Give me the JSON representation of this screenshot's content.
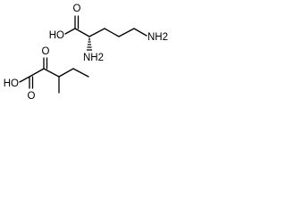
{
  "molecule_top": {
    "labels": {
      "carboxylic_oh": "HO",
      "carbonyl_o": "O",
      "alpha_amine": "NH2",
      "terminal_amine": "NH2"
    }
  },
  "molecule_bottom": {
    "labels": {
      "carboxylic_oh": "HO",
      "acid_carbonyl_o": "O",
      "keto_o": "O"
    }
  }
}
